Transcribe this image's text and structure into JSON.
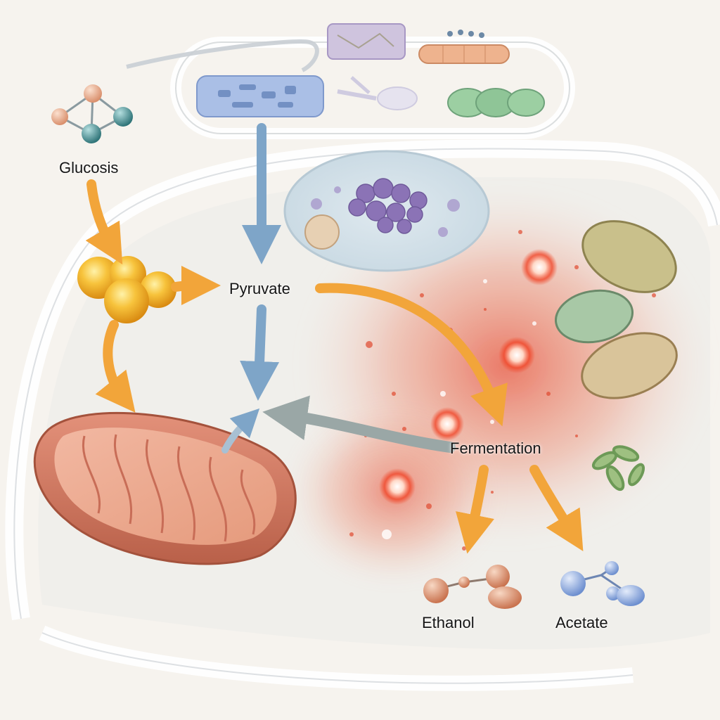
{
  "labels": {
    "glucosis": "Glucosis",
    "pyruvate": "Pyruvate",
    "fermentation": "Fermentation",
    "ethanol": "Ethanol",
    "acetate": "Acetate"
  },
  "colors": {
    "background": "#f6f3ee",
    "arrow_orange": "#f2a53a",
    "arrow_blue": "#7ea5c8",
    "arrow_gray": "#9aa7a6",
    "mitochondrion": "#d9806c",
    "glucose_cluster": "#f2b530",
    "fermentation_glow": "#e8533a",
    "molecule_peach": "#e9a27d",
    "molecule_teal": "#4b8f92",
    "molecule_blue": "#8aa8dc"
  },
  "icons": [
    "glucose-molecule-icon",
    "glucose-cluster-icon",
    "mitochondrion-icon",
    "nucleus-icon",
    "bacteria-icon",
    "ethanol-molecule-icon",
    "acetate-molecule-icon"
  ]
}
